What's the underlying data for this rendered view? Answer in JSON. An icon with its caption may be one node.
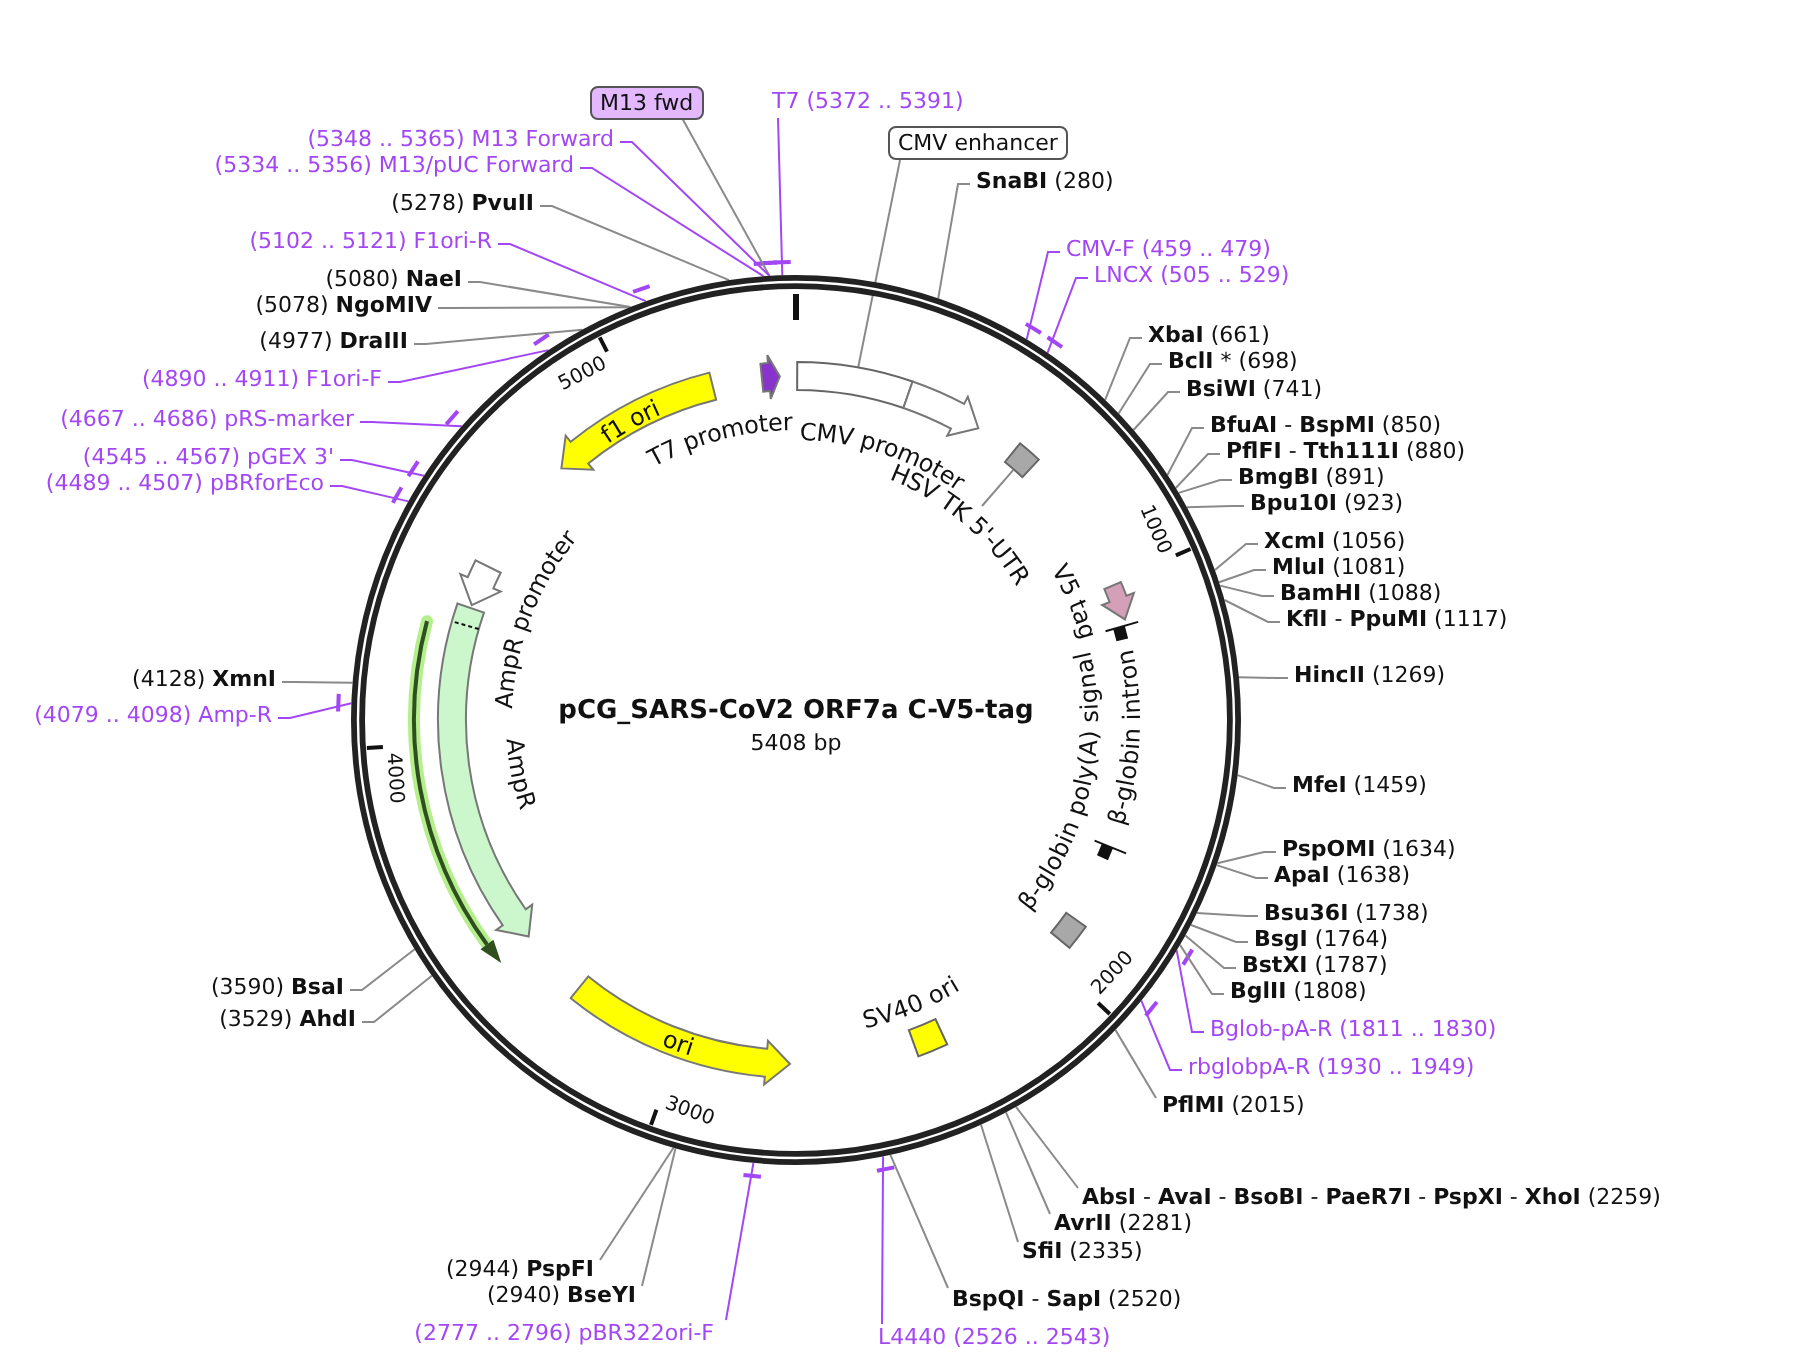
{
  "diagram": {
    "nodes": [
      {
        "text": [
          "pCG_SARS-CoV2 ORF7a C-V5-tag",
          "5408 bp"
        ]
      },
      {
        "text": [
          "f1 ori"
        ],
        "in": 0
      },
      {
        "text": [
          "T7 promoter"
        ],
        "in": 0
      },
      {
        "text": [],
        "shape": "box",
        "in": 0
      },
      {
        "text": [
          "CMV promoter"
        ],
        "in": 0
      },
      {
        "text": [],
        "shape": "box",
        "in": 0
      },
      {
        "text": [
          "HSV TK 5'-UTR"
        ],
        "in": 0
      },
      {
        "text": [
          "V5 tag"
        ],
        "in": 0
      },
      {
        "text": [
          "β-globin intron"
        ],
        "in": 0
      },
      {
        "text": [
          "β-globin poly(A) signal"
        ],
        "in": 0
      },
      {
        "text": [
          "SV40 ori"
        ],
        "in": 0
      },
      {
        "text": [
          "ori"
        ],
        "in": 0
      },
      {
        "text": [
          "AmpR"
        ],
        "in": 0
      },
      {
        "text": [
          "AmpR promoter"
        ],
        "in": 0
      },
      {
        "text": [],
        "shape": "arrow",
        "in": 0
      },
      {
        "text": [
          "M13 fwd"
        ]
      },
      {
        "text": [
          "T7 (5372 .. 5391)"
        ]
      },
      {
        "text": [
          "CMV enhancer"
        ]
      },
      {
        "text": [
          "**SnaBI** (280)"
        ]
      },
      {
        "text": [
          "CMV-F (459 .. 479)"
        ]
      },
      {
        "text": [
          "LNCX (505 .. 529)"
        ]
      },
      {
        "text": [
          "**XbaI** (661)"
        ]
      },
      {
        "text": [
          "**BclI** * (698)"
        ]
      },
      {
        "text": [
          "**BsiWI** (741)"
        ]
      },
      {
        "text": [
          "**BfuAI** - **BspMI** (850)"
        ]
      },
      {
        "text": [
          "**PflFI** - **Tth111I** (880)"
        ]
      },
      {
        "text": [
          "**BmgBI** (891)"
        ]
      },
      {
        "text": [
          "**Bpu10I** (923)"
        ]
      },
      {
        "text": [
          "**XcmI** (1056)"
        ]
      },
      {
        "text": [
          "**MluI** (1081)"
        ]
      },
      {
        "text": [
          "**BamHI** (1088)"
        ]
      },
      {
        "text": [
          "**KflI** - **PpuMI** (1117)"
        ]
      },
      {
        "text": [
          "**HincII** (1269)"
        ]
      },
      {
        "text": [
          "**MfeI** (1459)"
        ]
      },
      {
        "text": [
          "**PspOMI** (1634)"
        ]
      },
      {
        "text": [
          "**ApaI** (1638)"
        ]
      },
      {
        "text": [
          "**Bsu36I** (1738)"
        ]
      },
      {
        "text": [
          "**BsgI** (1764)"
        ]
      },
      {
        "text": [
          "**BstXI** (1787)"
        ]
      },
      {
        "text": [
          "**BglII** (1808)"
        ]
      },
      {
        "text": [
          "Bglob-pA-R (1811 .. 1830)"
        ]
      },
      {
        "text": [
          "rbglobpA-R (1930 .. 1949)"
        ]
      },
      {
        "text": [
          "**PflMI** (2015)"
        ]
      },
      {
        "text": [
          "**AbsI** - **AvaI** - **BsoBI** - **PaeR7I** - **PspXI** - **XhoI** (2259)"
        ]
      },
      {
        "text": [
          "**AvrII** (2281)"
        ]
      },
      {
        "text": [
          "**SfiI** (2335)"
        ]
      },
      {
        "text": [
          "**BspQI** - **SapI** (2520)"
        ]
      },
      {
        "text": [
          "L4440 (2526 .. 2543)"
        ]
      },
      {
        "text": [
          "(2777 .. 2796) pBR322ori-F"
        ]
      },
      {
        "text": [
          "(2940) **BseYI**"
        ]
      },
      {
        "text": [
          "(2944) **PspFI**"
        ]
      },
      {
        "text": [
          "(3529) **AhdI**"
        ]
      },
      {
        "text": [
          "(3590) **BsaI**"
        ]
      },
      {
        "text": [
          "(4079 .. 4098) Amp-R"
        ]
      },
      {
        "text": [
          "(4128) **XmnI**"
        ]
      },
      {
        "text": [
          "(4489 .. 4507) pBRforEco"
        ]
      },
      {
        "text": [
          "(4545 .. 4567) pGEX 3'"
        ]
      },
      {
        "text": [
          "(4667 .. 4686) pRS-marker"
        ]
      },
      {
        "text": [
          "(4890 .. 4911) F1ori-F"
        ]
      },
      {
        "text": [
          "(4977) **DraIII**"
        ]
      },
      {
        "text": [
          "(5078) **NgoMIV**"
        ]
      },
      {
        "text": [
          "(5080) **NaeI**"
        ]
      },
      {
        "text": [
          "(5102 .. 5121) F1ori-R"
        ]
      },
      {
        "text": [
          "(5278) **PvuII**"
        ]
      },
      {
        "text": [
          "(5334 .. 5356) M13/pUC Forward"
        ]
      },
      {
        "text": [
          "(5348 .. 5365) M13 Forward"
        ]
      }
    ],
    "edges": [
      {
        "from": 6,
        "to": 5,
        "arrow": "none"
      },
      {
        "from": 15,
        "to": 0,
        "arrow": "none"
      },
      {
        "from": 16,
        "to": 0,
        "arrow": "none",
        "color": "#a347f5"
      },
      {
        "from": 17,
        "to": 3,
        "arrow": "none"
      },
      {
        "from": 18,
        "to": 0,
        "arrow": "none"
      },
      {
        "from": 19,
        "to": 0,
        "arrow": "none",
        "color": "#a347f5"
      },
      {
        "from": 20,
        "to": 0,
        "arrow": "none",
        "color": "#a347f5"
      },
      {
        "from": 21,
        "to": 0,
        "arrow": "none"
      },
      {
        "from": 22,
        "to": 0,
        "arrow": "none"
      },
      {
        "from": 23,
        "to": 0,
        "arrow": "none"
      },
      {
        "from": 24,
        "to": 0,
        "arrow": "none"
      },
      {
        "from": 25,
        "to": 0,
        "arrow": "none"
      },
      {
        "from": 26,
        "to": 0,
        "arrow": "none"
      },
      {
        "from": 27,
        "to": 0,
        "arrow": "none"
      },
      {
        "from": 28,
        "to": 0,
        "arrow": "none"
      },
      {
        "from": 29,
        "to": 0,
        "arrow": "none"
      },
      {
        "from": 30,
        "to": 0,
        "arrow": "none"
      },
      {
        "from": 31,
        "to": 0,
        "arrow": "none"
      },
      {
        "from": 32,
        "to": 0,
        "arrow": "none"
      },
      {
        "from": 33,
        "to": 0,
        "arrow": "none"
      },
      {
        "from": 34,
        "to": 0,
        "arrow": "none"
      },
      {
        "from": 35,
        "to": 0,
        "arrow": "none"
      },
      {
        "from": 36,
        "to": 0,
        "arrow": "none"
      },
      {
        "from": 37,
        "to": 0,
        "arrow": "none"
      },
      {
        "from": 38,
        "to": 0,
        "arrow": "none"
      },
      {
        "from": 39,
        "to": 0,
        "arrow": "none"
      },
      {
        "from": 40,
        "to": 0,
        "arrow": "none",
        "color": "#a347f5"
      },
      {
        "from": 41,
        "to": 0,
        "arrow": "none",
        "color": "#a347f5"
      },
      {
        "from": 42,
        "to": 0,
        "arrow": "none"
      },
      {
        "from": 43,
        "to": 0,
        "arrow": "none"
      },
      {
        "from": 44,
        "to": 0,
        "arrow": "none"
      },
      {
        "from": 45,
        "to": 0,
        "arrow": "none"
      },
      {
        "from": 46,
        "to": 0,
        "arrow": "none"
      },
      {
        "from": 47,
        "to": 0,
        "arrow": "none",
        "color": "#a347f5"
      },
      {
        "from": 48,
        "to": 0,
        "arrow": "none",
        "color": "#a347f5"
      },
      {
        "from": 49,
        "to": 0,
        "arrow": "none"
      },
      {
        "from": 50,
        "to": 0,
        "arrow": "none"
      },
      {
        "from": 51,
        "to": 0,
        "arrow": "none"
      },
      {
        "from": 52,
        "to": 0,
        "arrow": "none"
      },
      {
        "from": 53,
        "to": 0,
        "arrow": "none",
        "color": "#a347f5"
      },
      {
        "from": 54,
        "to": 0,
        "arrow": "none"
      },
      {
        "from": 55,
        "to": 0,
        "arrow": "none",
        "color": "#a347f5"
      },
      {
        "from": 56,
        "to": 0,
        "arrow": "none",
        "color": "#a347f5"
      },
      {
        "from": 57,
        "to": 0,
        "arrow": "none",
        "color": "#a347f5"
      },
      {
        "from": 58,
        "to": 0,
        "arrow": "none",
        "color": "#a347f5"
      },
      {
        "from": 59,
        "to": 0,
        "arrow": "none"
      },
      {
        "from": 60,
        "to": 0,
        "arrow": "none"
      },
      {
        "from": 61,
        "to": 0,
        "arrow": "none"
      },
      {
        "from": 62,
        "to": 0,
        "arrow": "none",
        "color": "#a347f5"
      },
      {
        "from": 63,
        "to": 0,
        "arrow": "none"
      },
      {
        "from": 64,
        "to": 0,
        "arrow": "none",
        "color": "#a347f5"
      },
      {
        "from": 65,
        "to": 0,
        "arrow": "none",
        "color": "#a347f5"
      }
    ],
    "labels": [
      "1000",
      "2000",
      "3000",
      "4000",
      "5000"
    ]
  }
}
